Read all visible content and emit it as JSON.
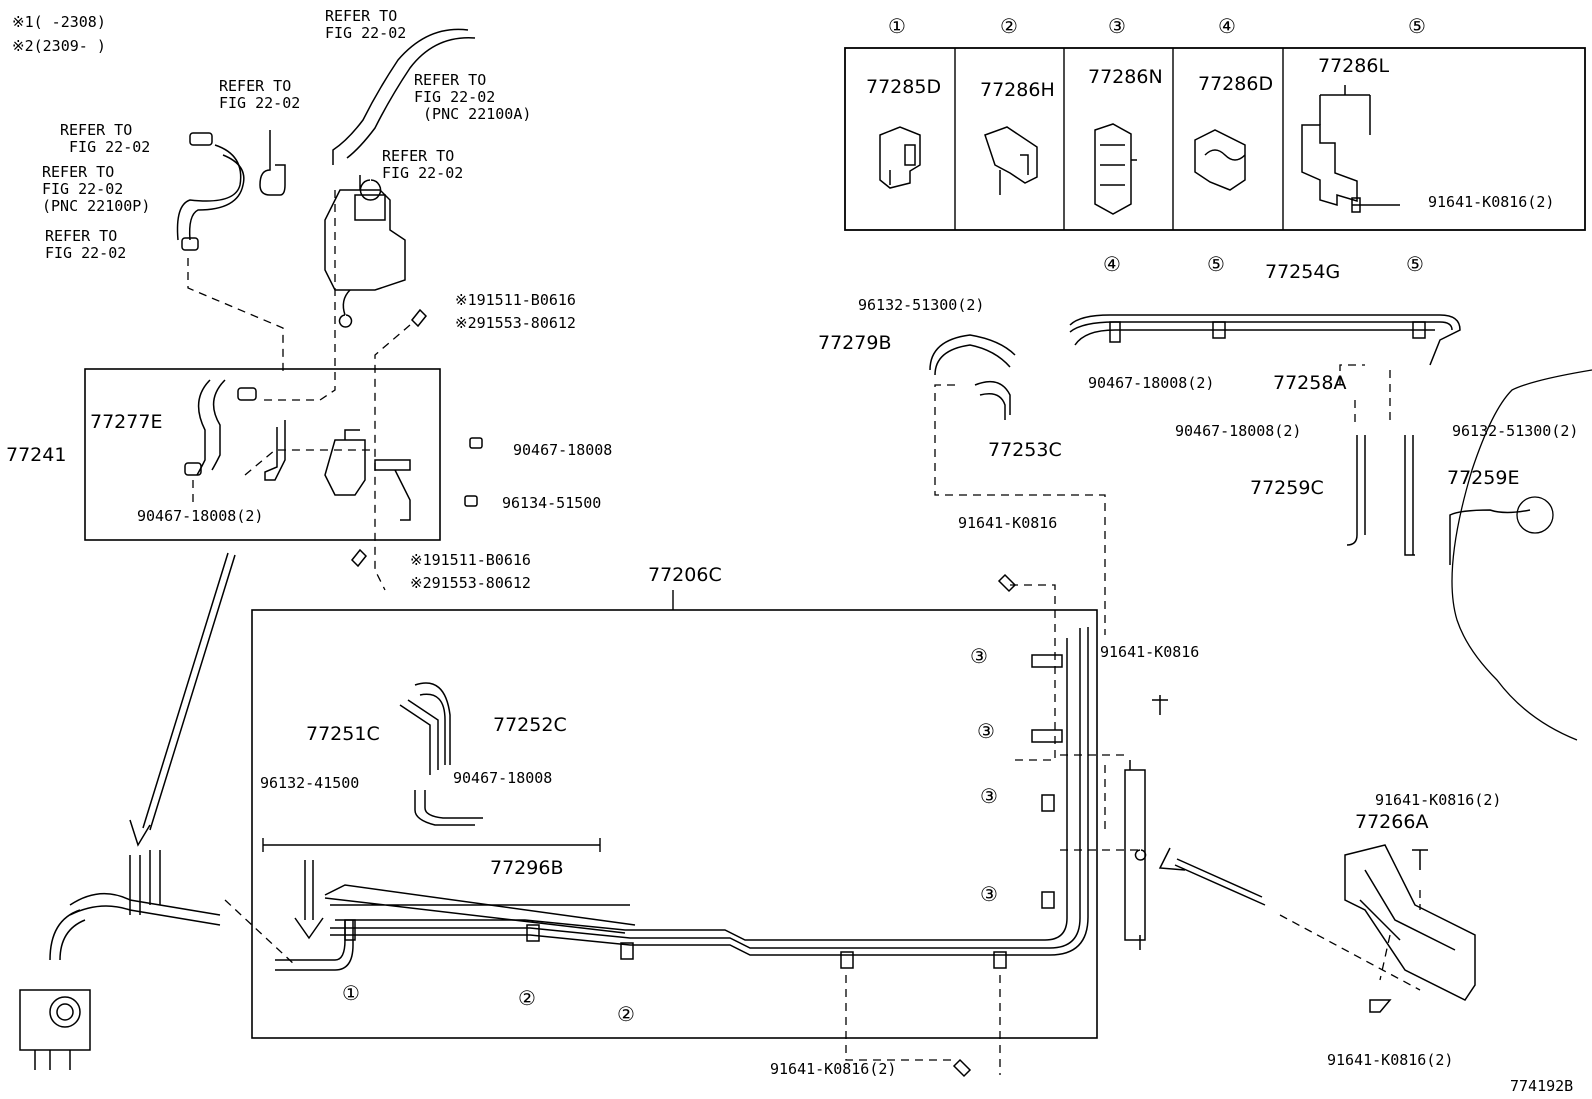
{
  "notes": {
    "n1": "※1(    -2308)",
    "n2": "※2(2309-    )"
  },
  "refer": {
    "a": "REFER TO\nFIG 22-02",
    "b": "REFER TO\nFIG 22-02",
    "c": "REFER TO\nFIG 22-02\n (PNC 22100A)",
    "d": "REFER TO\n FIG 22-02",
    "e": "REFER TO\nFIG 22-02",
    "f": "REFER TO\nFIG 22-02\n(PNC 22100P)",
    "g": "REFER TO\nFIG 22-02"
  },
  "clamp_table": {
    "headers": [
      "①",
      "②",
      "③",
      "④",
      "⑤"
    ],
    "parts": [
      "77285D",
      "77286H",
      "77286N",
      "77286D",
      "77286L"
    ],
    "bolt": "91641-K0816(2)"
  },
  "upper_left": {
    "b1": "※191511-B0616",
    "b2": "※291553-80612",
    "group": "77241",
    "hose": "77277E",
    "clamp_a": "90467-18008(2)",
    "clamp_b": "90467-18008",
    "clip": "96134-51500",
    "b3": "※191511-B0616",
    "b4": "※291553-80612"
  },
  "upper_right": {
    "clip1": "96132-51300(2)",
    "hose": "77279B",
    "tube": "77254G",
    "clamp1": "90467-18008(2)",
    "tube2": "77258A",
    "hose2": "77253C",
    "clamp2": "90467-18008(2)",
    "clip2": "96132-51300(2)",
    "tube3": "77259C",
    "tube4": "77259E",
    "bolt": "91641-K0816",
    "c4": "④",
    "c5a": "⑤",
    "c5b": "⑤"
  },
  "main": {
    "assembly": "77206C",
    "hose1": "77251C",
    "hose2": "77252C",
    "clip": "96132-41500",
    "clamp": "90467-18008",
    "tube": "77296B",
    "bolt_right": "91641-K0816",
    "bolt_bottom": "91641-K0816(2)",
    "c1": "①",
    "c2a": "②",
    "c2b": "②",
    "c3a": "③",
    "c3b": "③",
    "c3c": "③",
    "c3d": "③"
  },
  "protector": {
    "bolt_top": "91641-K0816(2)",
    "part": "77266A",
    "bolt_bottom": "91641-K0816(2)"
  },
  "diagram_id": "774192B"
}
